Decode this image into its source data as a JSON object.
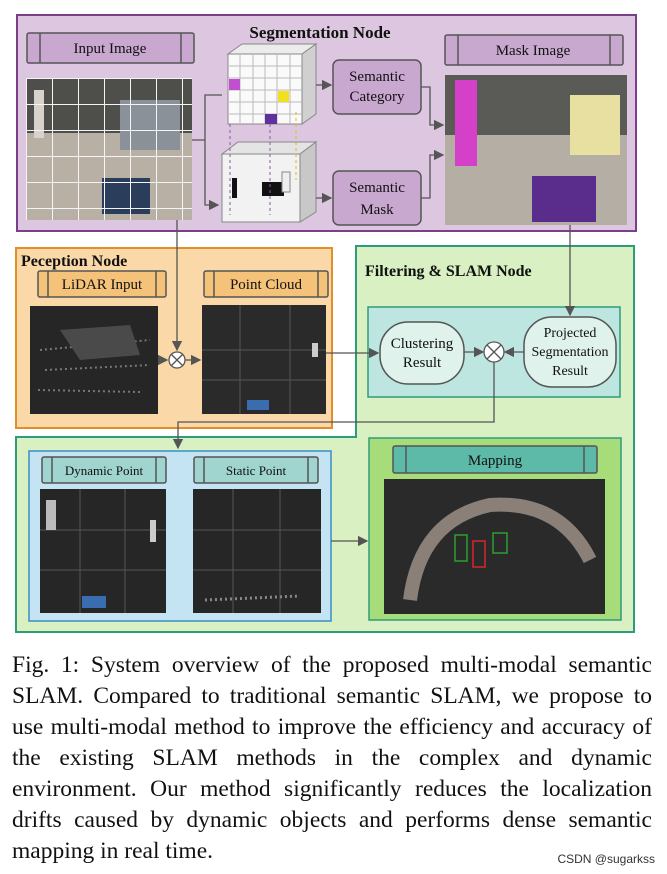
{
  "segmentation": {
    "title": "Segmentation Node",
    "input_image": "Input Image",
    "mask_image": "Mask Image",
    "semantic_category": [
      "Semantic",
      "Category"
    ],
    "semantic_mask": [
      "Semantic",
      "Mask"
    ]
  },
  "perception": {
    "title": "Peception Node",
    "lidar_input": "LiDAR Input",
    "point_cloud": "Point Cloud"
  },
  "filtering": {
    "title": "Filtering & SLAM Node",
    "clustering": [
      "Clustering",
      "Result"
    ],
    "projected": [
      "Projected",
      "Segmentation",
      "Result"
    ]
  },
  "output": {
    "dynamic_point": "Dynamic Point",
    "static_point": "Static Point",
    "mapping": "Mapping"
  },
  "colors": {
    "segmentation_bg": "#dcc6e0",
    "perception_bg": "#fbd8a7",
    "filtering_bg": "#d8f0c2",
    "projection_bg": "#bde6e0",
    "points_bg": "#c4e4f4"
  },
  "caption": "Fig. 1: System overview of the proposed multi-modal semantic SLAM. Compared to traditional semantic SLAM, we propose to use multi-modal method to improve the efficiency and accuracy of the existing SLAM methods in the complex and dynamic environment. Our method significantly reduces the localization drifts caused by dynamic objects and performs dense semantic mapping in real time.",
  "watermark": "CSDN @sugarkss"
}
